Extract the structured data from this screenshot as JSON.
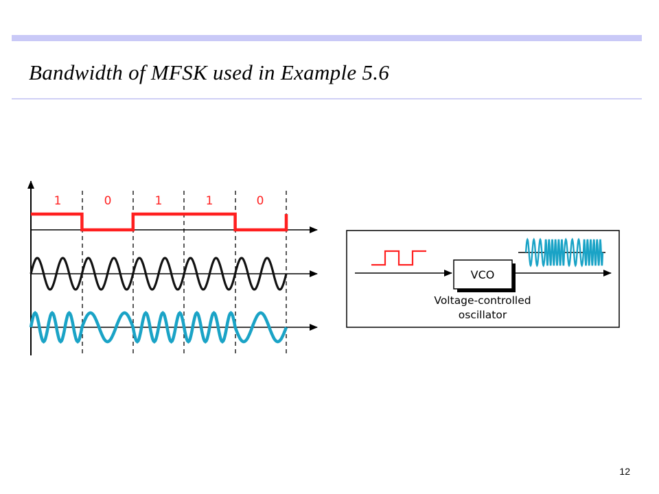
{
  "slide": {
    "title": "Bandwidth of MFSK used in Example 5.6",
    "page_number": "12"
  },
  "colors": {
    "accent_bar": "#c9c9f7",
    "title_rule": "#cfcff5",
    "digital_signal": "#ff1f1f",
    "carrier_wave": "#111111",
    "fsk_wave": "#1aa3c6"
  },
  "timing_diagram": {
    "bits": [
      "1",
      "0",
      "1",
      "1",
      "0"
    ],
    "carrier_cycles_per_bit": 2,
    "fsk_cycles_for_bit_1": 3,
    "fsk_cycles_for_bit_0": 1.5
  },
  "vco_block": {
    "box_label": "VCO",
    "caption_line1": "Voltage-controlled",
    "caption_line2": "oscillator",
    "input_pulse_bits": [
      "0",
      "1",
      "0",
      "1"
    ],
    "output_pattern": [
      "0",
      "1",
      "0",
      "1"
    ]
  }
}
